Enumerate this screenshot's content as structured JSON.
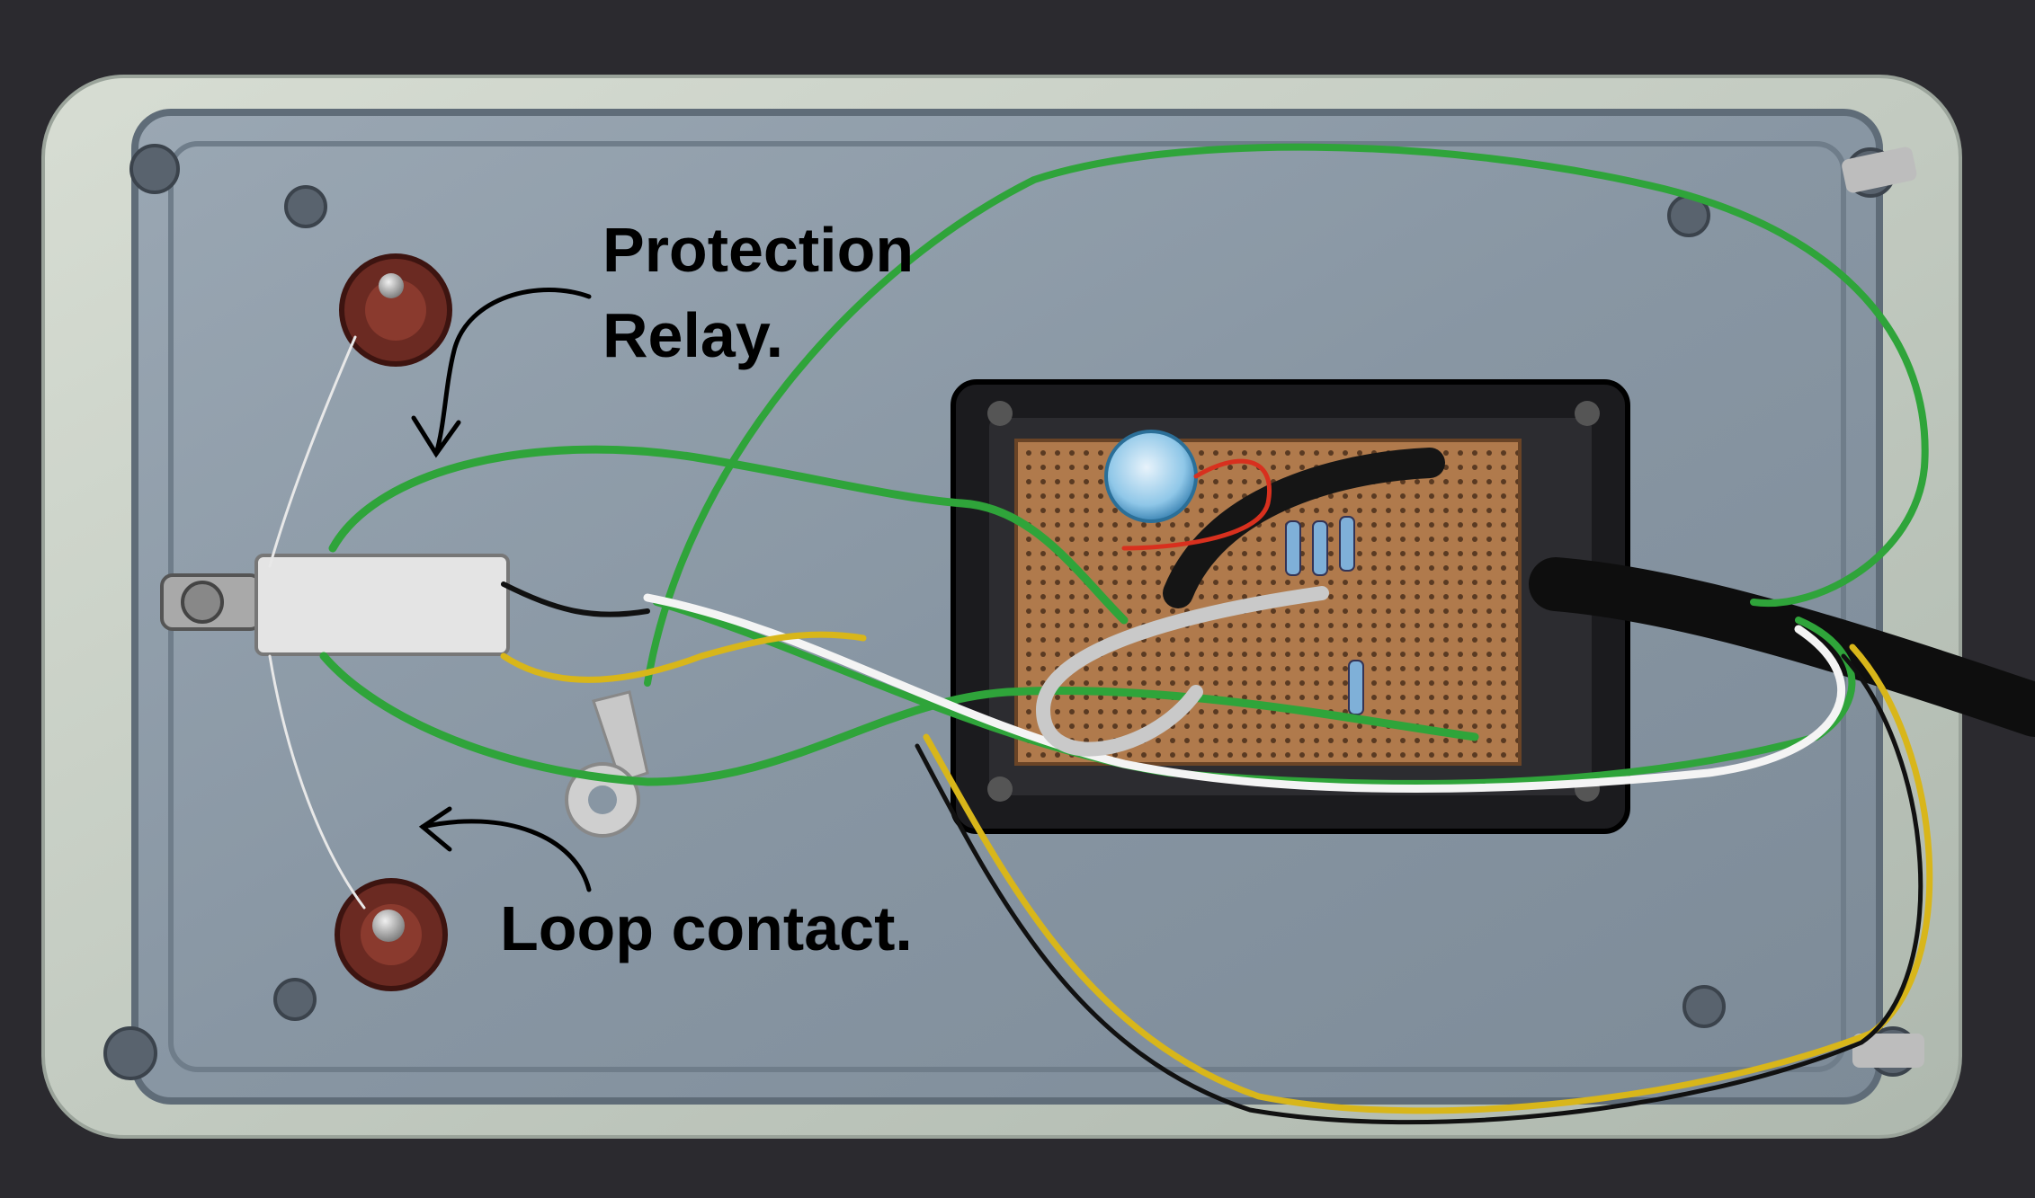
{
  "labels": {
    "protection": "Protection",
    "relay": "Relay.",
    "loop": "Loop contact."
  },
  "colors": {
    "background": "#2b2a2f",
    "enclosure_rim": "#c9d0c6",
    "enclosure_inner": "#8a98a6",
    "wire_green": "#2fa43a",
    "wire_yellow": "#d8b61a",
    "wire_white": "#f2f2f2",
    "wire_black": "#111111",
    "terminal_brown": "#6b2a22",
    "board": "#a8724a"
  }
}
